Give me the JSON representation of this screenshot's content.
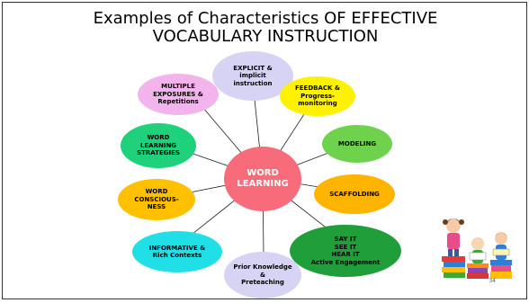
{
  "title": {
    "line1": "Examples of Characteristics OF EFFECTIVE",
    "line2": "VOCABULARY INSTRUCTION"
  },
  "center": {
    "label": "WORD\nLEARNING",
    "color": "#f76b7a"
  },
  "nodes": [
    {
      "id": "explicit",
      "label": "EXPLICIT &\nimplicit\ninstruction",
      "color": "#d7d3f5"
    },
    {
      "id": "feedback",
      "label": "FEEDBACK &\nProgress-\nmonitoring",
      "color": "#fff200"
    },
    {
      "id": "modeling",
      "label": "MODELING",
      "color": "#6ed24d"
    },
    {
      "id": "scaffolding",
      "label": "SCAFFOLDING",
      "color": "#ffb400"
    },
    {
      "id": "say-it",
      "label": "SAY IT\nSEE IT\nHEAR IT\nActive Engagement",
      "color": "#1f9e3a"
    },
    {
      "id": "prior-knowledge",
      "label": "Prior Knowledge\n&\nPreteaching",
      "color": "#d7d3f5"
    },
    {
      "id": "informative",
      "label": "INFORMATIVE &\nRich Contexts",
      "color": "#21dfe6"
    },
    {
      "id": "consciousness",
      "label": "WORD\nCONSCIOUS-\nNESS",
      "color": "#ffc000"
    },
    {
      "id": "strategies",
      "label": "WORD\nLEARNING\nSTRATEGIES",
      "color": "#1fd17a"
    },
    {
      "id": "multiple",
      "label": "MULTIPLE\nEXPOSURES &\nRepetitions",
      "color": "#f3b3ec"
    }
  ],
  "page_number": "34"
}
